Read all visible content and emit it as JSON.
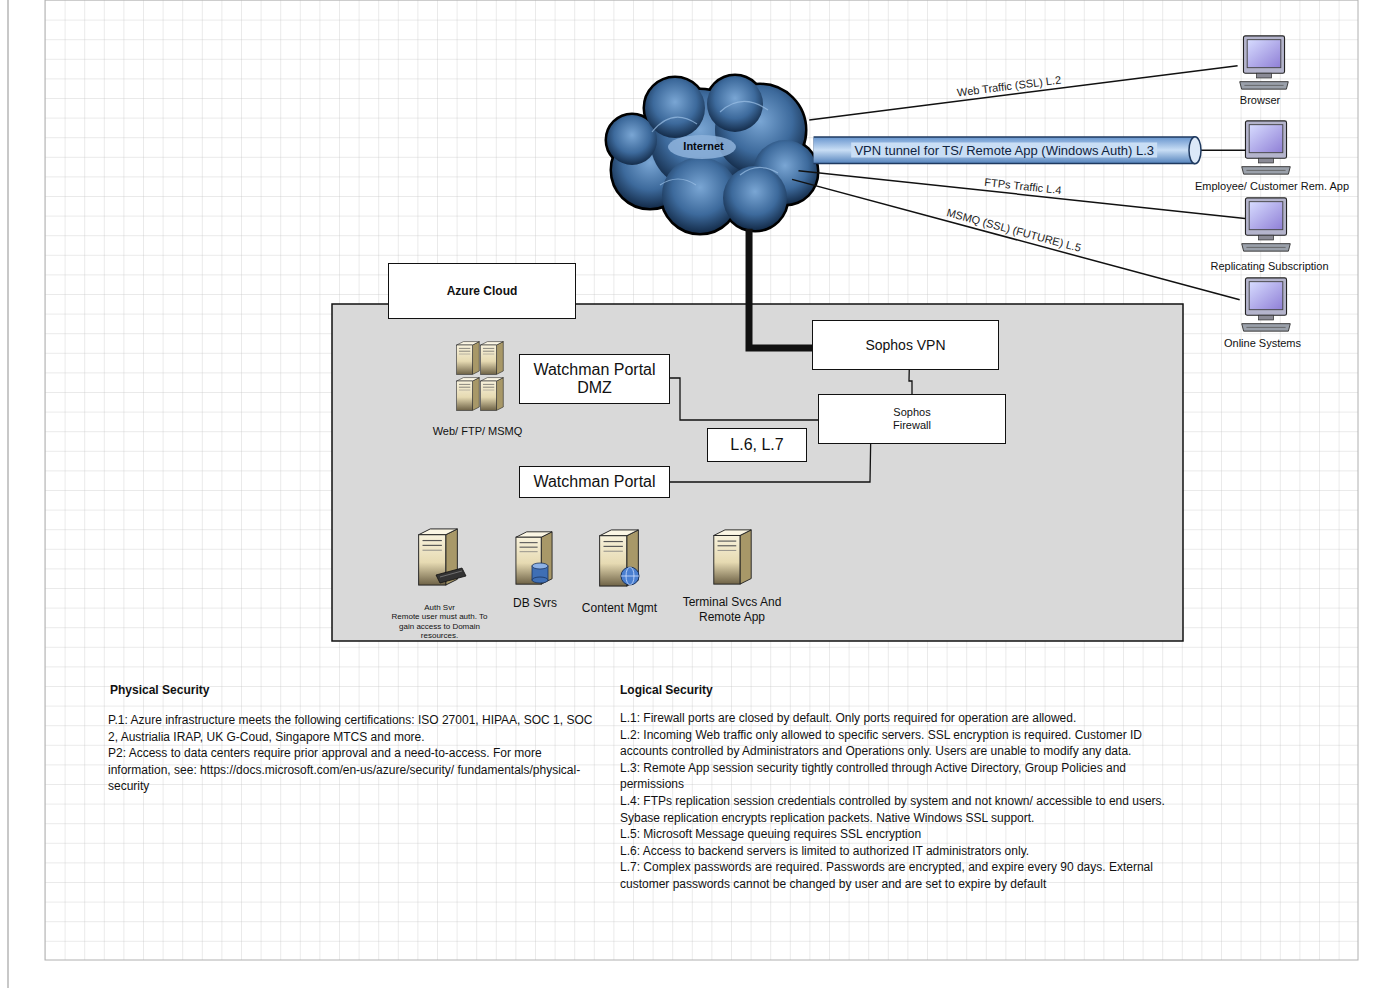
{
  "diagram": {
    "nodes": [
      {
        "text": [
          "Internet"
        ]
      },
      {
        "text": [
          "Browser"
        ]
      },
      {
        "text": [
          "Employee/ Customer Rem. App"
        ]
      },
      {
        "text": [
          "Replicating Subscription"
        ]
      },
      {
        "text": [
          "Online Systems"
        ]
      },
      {
        "text": [
          "Azure Cloud"
        ]
      },
      {
        "text": [
          "Sophos VPN"
        ],
        "in": 5
      },
      {
        "text": [
          "Sophos Firewall"
        ],
        "in": 5
      },
      {
        "text": [
          "Watchman Portal DMZ"
        ],
        "in": 5
      },
      {
        "text": [
          "Watchman Portal"
        ],
        "in": 5
      },
      {
        "text": [
          "L.6, L.7"
        ],
        "in": 5
      },
      {
        "text": [
          "Web/ FTP/ MSMQ"
        ],
        "in": 5
      },
      {
        "text": [
          "Auth Svr",
          "Remote user must auth. To gain access to Domain resources."
        ],
        "in": 5
      },
      {
        "text": [
          "DB Svrs"
        ],
        "in": 5
      },
      {
        "text": [
          "Content Mgmt"
        ],
        "in": 5
      },
      {
        "text": [
          "Terminal Svcs And Remote App"
        ],
        "in": 5
      }
    ],
    "edges": [
      {
        "from": 0,
        "to": 1,
        "arrow": "none",
        "label": "Web Traffic (SSL) L.2"
      },
      {
        "from": 0,
        "to": 2,
        "arrow": "none",
        "label": "VPN tunnel for TS/ Remote App (Windows Auth) L.3"
      },
      {
        "from": 0,
        "to": 3,
        "arrow": "none",
        "label": "FTPs Traffic L.4"
      },
      {
        "from": 0,
        "to": 4,
        "arrow": "none",
        "label": "MSMQ (SSL) (FUTURE) L.5"
      },
      {
        "from": 0,
        "to": 6,
        "arrow": "none"
      },
      {
        "from": 6,
        "to": 7,
        "arrow": "none"
      },
      {
        "from": 7,
        "to": 8,
        "arrow": "none"
      },
      {
        "from": 7,
        "to": 9,
        "arrow": "none"
      }
    ],
    "labels": [
      "Physical Security",
      "P.1: Azure infrastructure meets the following certifications:  ISO 27001, HIPAA, SOC 1, SOC 2, Austrialia IRAP, UK G-Coud, Singapore MTCS and more.",
      "P2: Access to data centers require prior approval and a need-to-access. For more information, see:  https://docs.microsoft.com/en-us/azure/security/ fundamentals/physical-security",
      "Logical Security",
      "L.1: Firewall ports are closed by default.  Only ports required for operation are allowed.",
      "L.2: Incoming Web traffic only allowed to specific servers.  SSL encryption is required. Customer ID accounts controlled by Administrators and Operations only.  Users are unable to modify any data.",
      "L.3: Remote App session security tightly controlled through Active Directory, Group Policies and permissions",
      "L.4: FTPs replication session credentials controlled by system and not known/ accessible to end users.  Sybase replication encrypts replication packets. Native Windows SSL support.",
      "L.5: Microsoft Message queuing requires SSL encryption",
      "L.6: Access to backend servers is limited to authorized IT administrators only.",
      "L.7: Complex passwords are required.  Passwords are encrypted, and expire every 90 days.  External customer passwords cannot be changed by user and are set to expire by default"
    ]
  }
}
